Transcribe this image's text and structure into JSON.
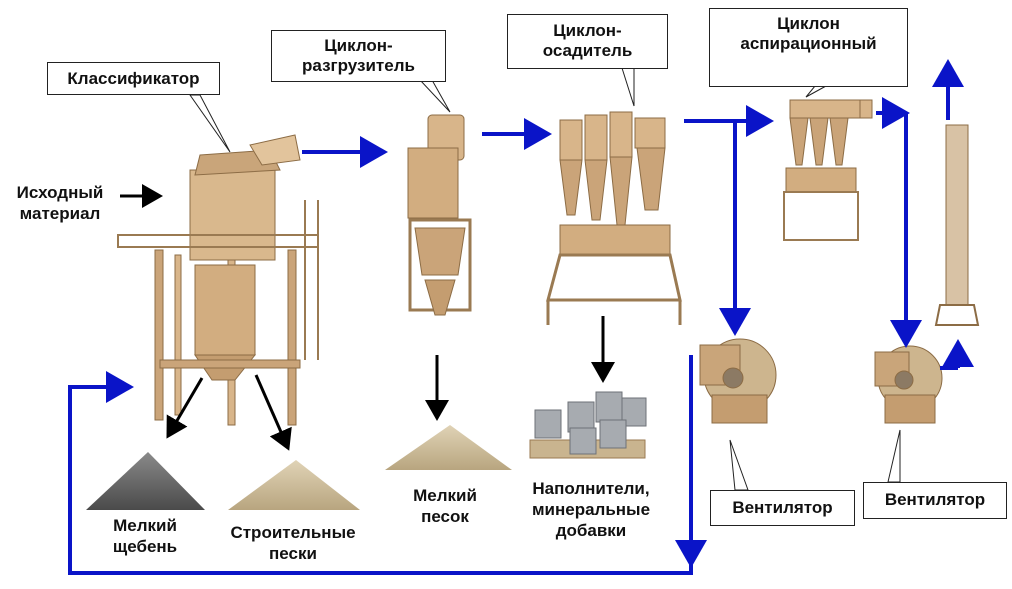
{
  "labels": {
    "classifier": "Классификатор",
    "source_line1": "Исходный",
    "source_line2": "материал",
    "cyclone_crusher_line1": "Циклон-",
    "cyclone_crusher_line2": "разгрузитель",
    "cyclone_settler_line1": "Циклон-",
    "cyclone_settler_line2": "осадитель",
    "cyclone_aspiration_line1": "Циклон",
    "cyclone_aspiration_line2": "аспирационный",
    "fan1": "Вентилятор",
    "fan2": "Вентилятор",
    "product_gravel_line1": "Мелкий",
    "product_gravel_line2": "щебень",
    "product_sand_line1": "Строительные",
    "product_sand_line2": "пески",
    "product_fine_sand_line1": "Мелкий",
    "product_fine_sand_line2": "песок",
    "product_fillers_line1": "Наполнители,",
    "product_fillers_line2": "минеральные",
    "product_fillers_line3": "добавки"
  },
  "colors": {
    "flow_arrow": "#0a14c8",
    "product_arrow": "#000000",
    "machinery": "#d8b58a",
    "machinery_dark": "#a8875d",
    "gravel": "#6e6e6e",
    "sand": "#cdbfa0"
  }
}
